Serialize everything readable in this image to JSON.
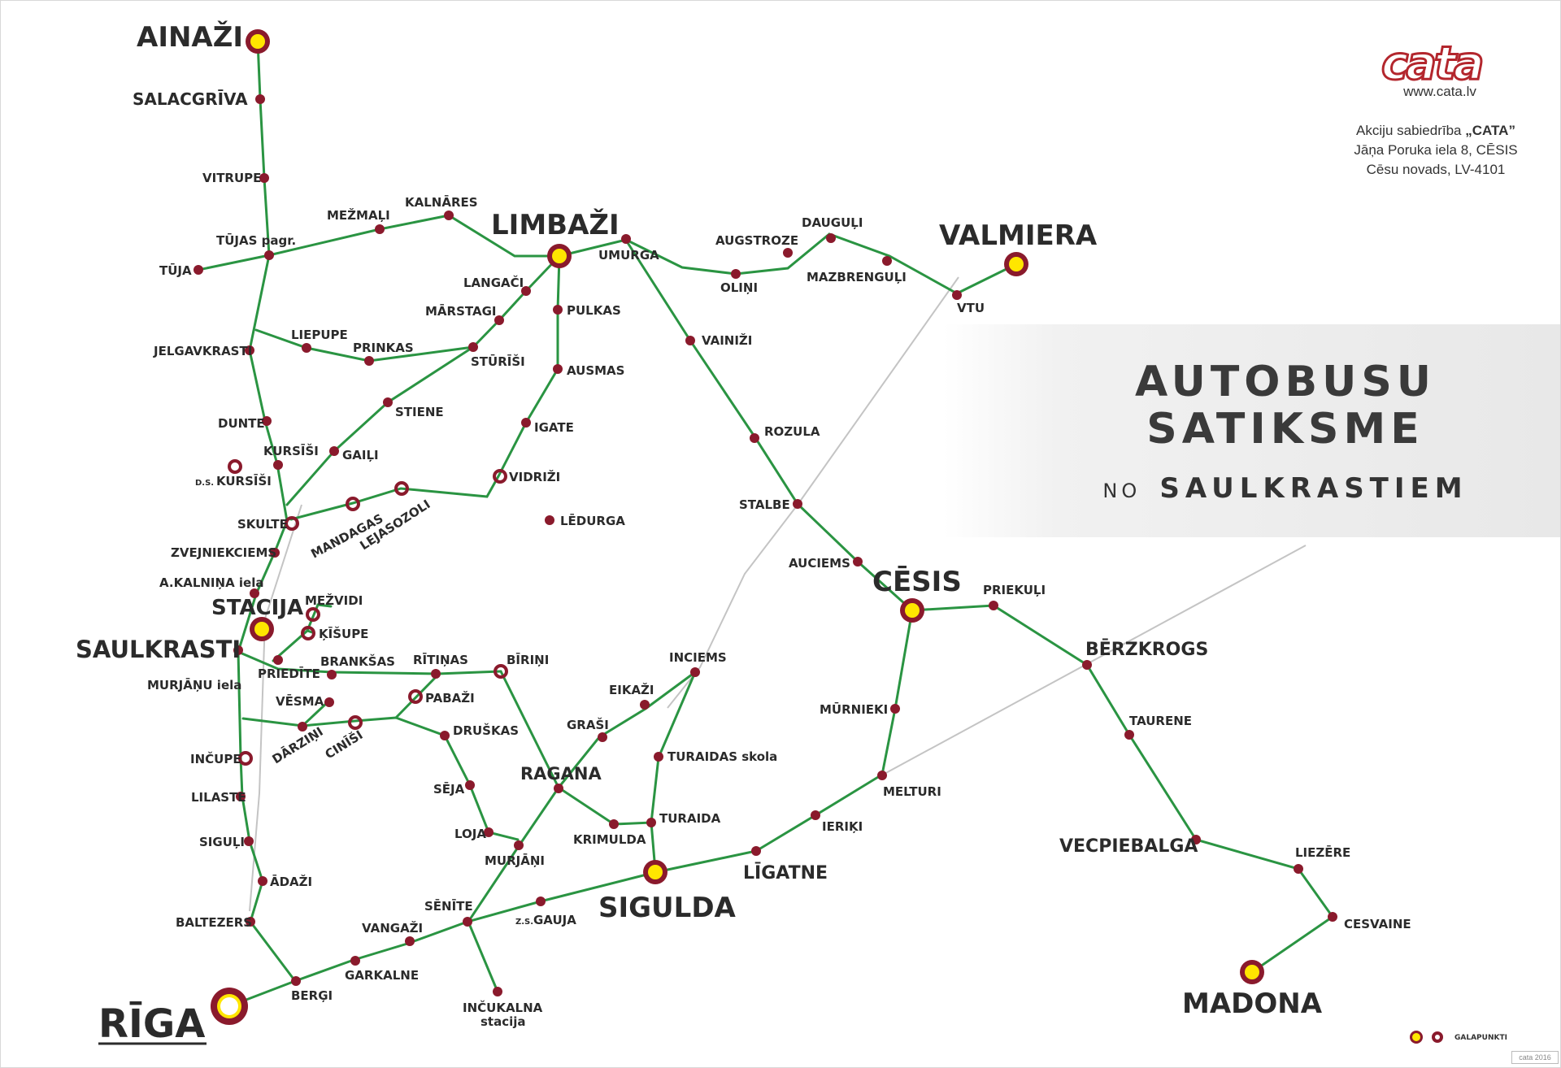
{
  "header": {
    "title_line1": "AUTOBUSU",
    "title_line2": "SATIKSME",
    "subtitle_prefix": "NO",
    "subtitle_place": "SAULKRASTIEM"
  },
  "company": {
    "logo_text": "cata",
    "website": "www.cata.lv",
    "address_line1_prefix": "Akciju sabiedrība",
    "address_line1_name": "„CATA”",
    "address_line2": "Jāņa Poruka iela 8, CĒSIS",
    "address_line3": "Cēsu novads, LV-4101"
  },
  "legend": {
    "label": "GALAPUNKTI"
  },
  "corner_mark": "cata 2016",
  "colors": {
    "route": "#2a9442",
    "stop": "#8a1a2c",
    "terminal_fill": "#ffe600",
    "rail": "#c4c4c4"
  },
  "places": {
    "ainazi": "AINAŽI",
    "salacgriva": "SALACGRĪVA",
    "vitrupe": "VITRUPE",
    "tujas_pagr": "TŪJAS pagr.",
    "tuja": "TŪJA",
    "mezmali": "MEŽMAĻI",
    "kalnares": "KALNĀRES",
    "limbazi": "LIMBAŽI",
    "umurga": "UMURGA",
    "augstroze": "AUGSTROZE",
    "daugulj": "DAUGUĻI",
    "olini": "OLIŅI",
    "mazbrenguli": "MAZBRENGUĻI",
    "valmiera": "VALMIERA",
    "vtu": "VTU",
    "langaci": "LANGAČI",
    "marstagi": "MĀRSTAGI",
    "pulkas": "PULKAS",
    "liepupe": "LIEPUPE",
    "prinkas": "PRINKAS",
    "sturisi": "STŪRĪŠI",
    "jelgavkrasti": "JELGAVKRASTI",
    "vainizi": "VAINIŽI",
    "ausmas": "AUSMAS",
    "stiene": "STIENE",
    "dunte": "DUNTE",
    "igate": "IGATE",
    "rozula": "ROZULA",
    "kursisi": "KURSĪŠI",
    "gailji": "GAIĻI",
    "ds_kursisi": "KURSĪŠI",
    "ds_prefix": "D.S.",
    "vidrizi": "VIDRIŽI",
    "stalbe": "STALBE",
    "skulte": "SKULTE",
    "mandagas": "MANDAGAS",
    "lejasozoli": "LEJASOZOLI",
    "ledurga": "LĒDURGA",
    "zvejniekciems": "ZVEJNIEKCIEMS",
    "auciems": "AUCIEMS",
    "a_kalnina": "A.KALNIŅA iela",
    "cesis": "CĒSIS",
    "priekuli": "PRIEKUĻI",
    "stacija": "STACIJA",
    "mezvidi": "MEŽVIDI",
    "kisupe": "ĶĪŠUPE",
    "saulkrasti": "SAULKRASTI",
    "berzkrogs": "BĒRZKROGS",
    "brankas": "BRANKŠAS",
    "ritinas": "RĪTIŅAS",
    "birini": "BĪRIŅI",
    "inciems": "INCIEMS",
    "priedite": "PRIEDĪTE",
    "murjanu_iela": "MURJĀŅU iela",
    "eikazi": "EIKAŽI",
    "pabazi": "PABAŽI",
    "vesma": "VĒSMA",
    "murnieki": "MŪRNIEKI",
    "taurene": "TAURENE",
    "grasi": "GRAŠI",
    "druskas": "DRUŠKAS",
    "darzini": "DĀRZIŅI",
    "cinisi": "CINĪŠI",
    "incupe": "INČUPE",
    "turaidas_skola": "TURAIDAS skola",
    "ragana": "RAGANA",
    "melturi": "MELTURI",
    "seja": "SĒJA",
    "lilaste": "LILASTE",
    "turaida": "TURAIDA",
    "loja": "LOJA",
    "krimulda": "KRIMULDA",
    "ieriki": "IERIĶI",
    "sigulji": "SIGUĻI",
    "murjani": "MURJĀŅI",
    "vecpiebalga": "VECPIEBALGA",
    "liezere": "LIEZĒRE",
    "adazi": "ĀDAŽI",
    "ligatne": "LĪGATNE",
    "sigulda": "SIGULDA",
    "senite": "SĒNĪTE",
    "baltezers": "BALTEZERS",
    "vangazi": "VANGAŽI",
    "zs_gauja": "GAUJA",
    "zs_prefix": "Z.S.",
    "cesvaine": "CESVAINE",
    "garkalne": "GARKALNE",
    "madona": "MADONA",
    "incukalna": "INČUKALNA",
    "incukalna_2": "stacija",
    "berģi": "BERĢI",
    "riga": "RĪGA"
  }
}
